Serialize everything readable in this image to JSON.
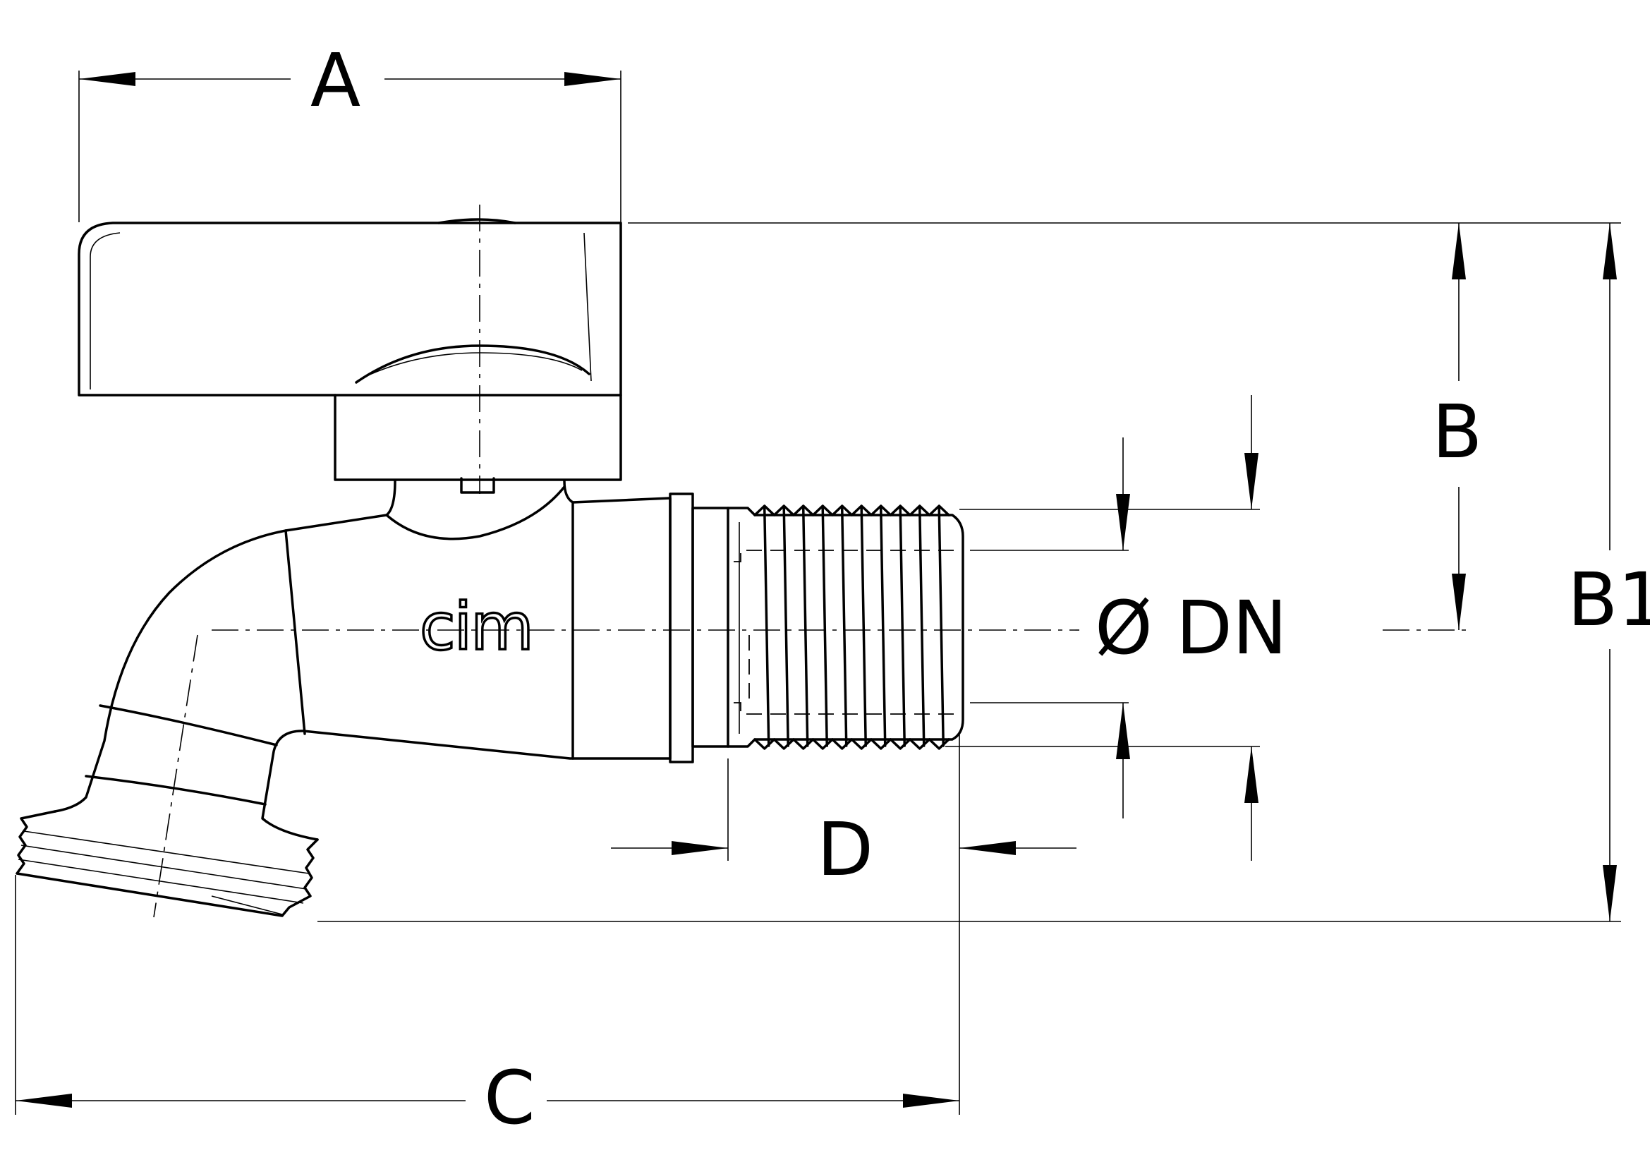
{
  "labels": {
    "dim_a": "A",
    "dim_b": "B",
    "dim_b1": "B1",
    "dim_c": "C",
    "dim_d": "D",
    "dim_dn": "Ø DN"
  },
  "brand": {
    "name": "cim"
  }
}
